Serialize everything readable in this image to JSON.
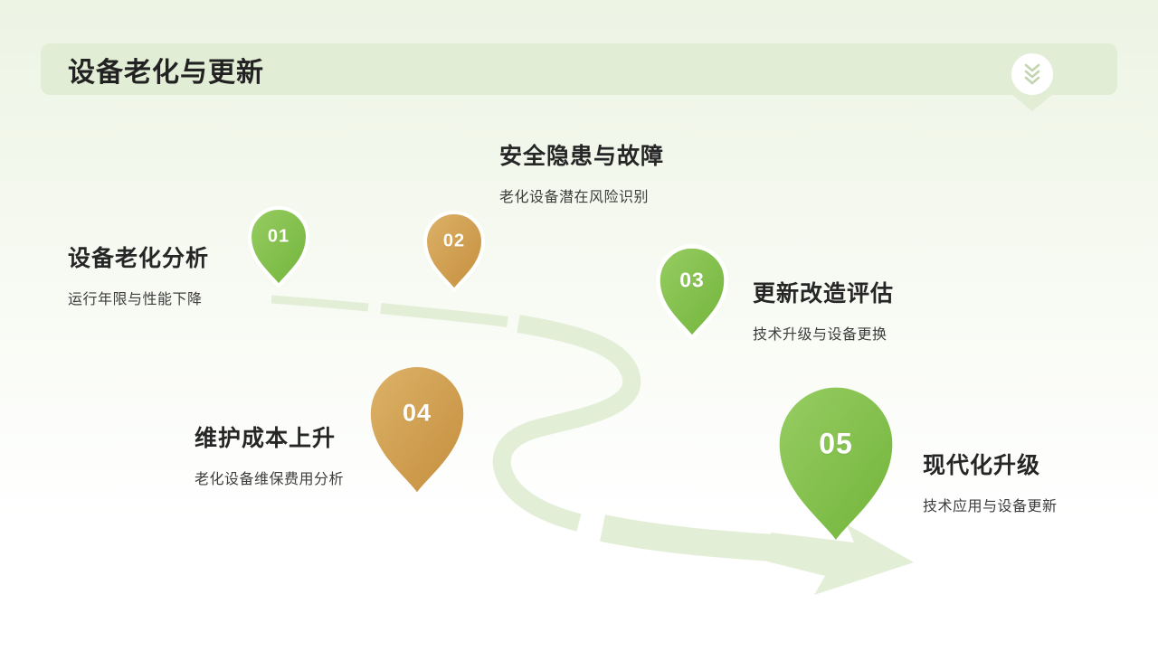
{
  "header": {
    "title": "设备老化与更新",
    "scroll_icon": "double-chevron-down-icon"
  },
  "steps": [
    {
      "number": "01",
      "title": "设备老化分析",
      "subtitle": "运行年限与性能下降",
      "color": "#7cba47"
    },
    {
      "number": "02",
      "title": "安全隐患与故障",
      "subtitle": "老化设备潜在风险识别",
      "color": "#d0a153"
    },
    {
      "number": "03",
      "title": "更新改造评估",
      "subtitle": "技术升级与设备更换",
      "color": "#7cba47"
    },
    {
      "number": "04",
      "title": "维护成本上升",
      "subtitle": "老化设备维保费用分析",
      "color": "#d0a153"
    },
    {
      "number": "05",
      "title": "现代化升级",
      "subtitle": "技术应用与设备更新",
      "color": "#7cba47"
    }
  ],
  "theme": {
    "header_bg": "#e1edd4",
    "road_color": "#e3eed7",
    "green": "#7cba47",
    "gold": "#d0a153",
    "title_color": "#222222",
    "body_color": "#3d3d3d"
  }
}
